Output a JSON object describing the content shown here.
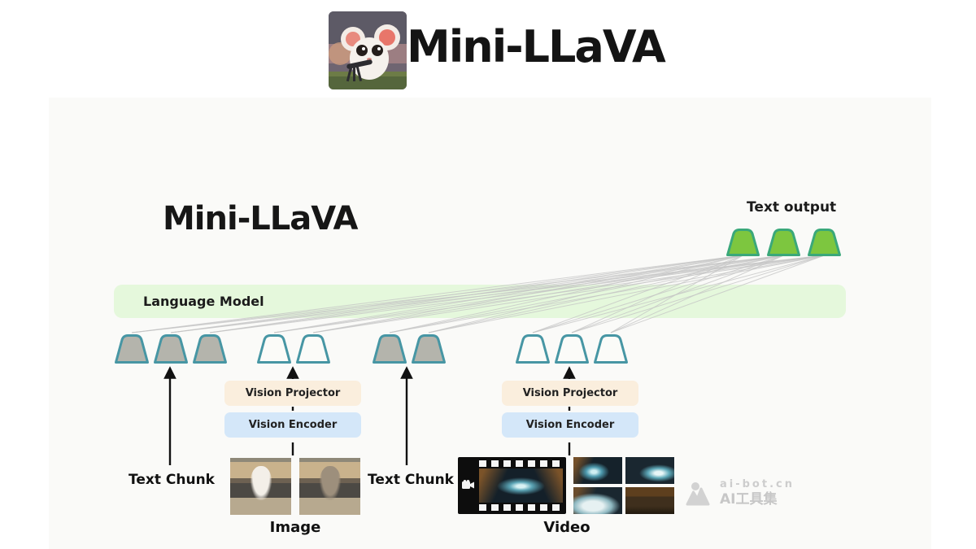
{
  "header": {
    "title": "Mini-LLaVA",
    "logo": "mouse-with-telescope"
  },
  "diagram": {
    "title": "Mini-LLaVA",
    "text_output_label": "Text output",
    "language_model_label": "Language Model",
    "pipelines": [
      {
        "projector_label": "Vision Projector",
        "encoder_label": "Vision Encoder"
      },
      {
        "projector_label": "Vision Projector",
        "encoder_label": "Vision Encoder"
      }
    ],
    "text_chunk_labels": [
      "Text Chunk",
      "Text Chunk"
    ],
    "image_label": "Image",
    "video_label": "Video",
    "token_groups": [
      {
        "id": "text-chunk-1-tokens",
        "style": "gray",
        "xs": [
          80,
          128,
          176
        ]
      },
      {
        "id": "image-tokens",
        "style": "white",
        "xs": [
          255,
          303
        ]
      },
      {
        "id": "text-chunk-2-tokens",
        "style": "gray",
        "xs": [
          397,
          445
        ]
      },
      {
        "id": "video-tokens",
        "style": "white",
        "xs": [
          573,
          621,
          669
        ]
      }
    ],
    "output_tokens": {
      "style": "green",
      "xs": [
        832,
        882,
        932
      ]
    },
    "colors": {
      "token_gray_fill": "#b4b4ac",
      "token_white_fill": "#fbfbf8",
      "token_border": "#4796a4",
      "output_green_fill": "#7dc63f",
      "output_green_border": "#3aa87a",
      "language_model_bg": "#e5f8dc",
      "projector_bg": "#faeedd",
      "encoder_bg": "#d4e7f9",
      "connection_line": "#c4c4c4",
      "arrow": "#111111"
    }
  },
  "watermark": {
    "site": "ai-bot.cn",
    "name": "AI工具集"
  }
}
